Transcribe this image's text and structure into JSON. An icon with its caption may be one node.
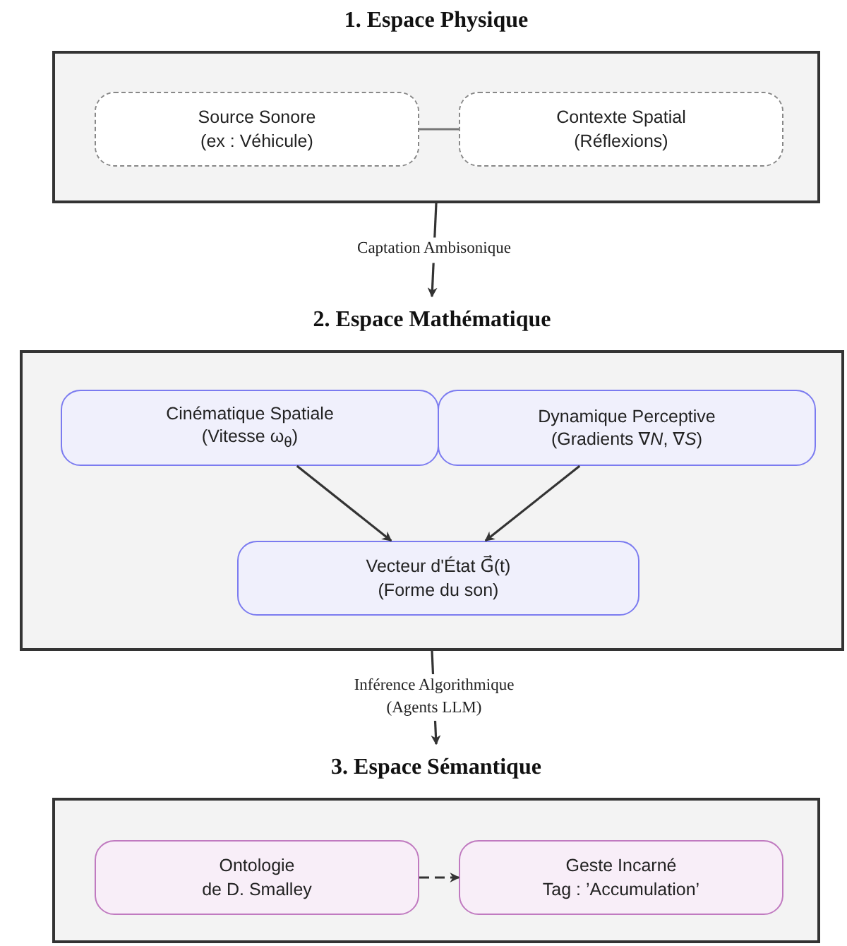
{
  "diagram": {
    "nodes": [
      {
        "text": [
          "1. Espace Physique"
        ]
      },
      {
        "text": [
          "Source Sonore",
          "(ex : Véhicule)"
        ],
        "in": 0
      },
      {
        "text": [
          "Contexte Spatial",
          "(Réflexions)"
        ],
        "in": 0
      },
      {
        "text": [
          "2. Espace Mathématique"
        ]
      },
      {
        "text": [
          "Cinématique Spatiale",
          "(Vitesse ω$_{θ}$)"
        ],
        "in": 3
      },
      {
        "text": [
          "Dynamique Perceptive",
          "(Gradients ∇*N*, ∇*S*)"
        ],
        "in": 3
      },
      {
        "text": [
          "Vecteur d'État G⃗(t)",
          "(Forme du son)"
        ],
        "in": 3
      },
      {
        "text": [
          "3. Espace Sémantique"
        ]
      },
      {
        "text": [
          "Ontologie",
          "de D. Smalley"
        ],
        "in": 7
      },
      {
        "text": [
          "Geste Incarné",
          "Tag : ’Accumulation’"
        ],
        "in": 7
      }
    ],
    "edges": [
      {
        "from": 1,
        "to": 2,
        "arrow": "none",
        "color": "#777777"
      },
      {
        "from": 0,
        "to": 3,
        "arrow": "to",
        "label": "Captation Ambisonique"
      },
      {
        "from": 4,
        "to": 6,
        "arrow": "to"
      },
      {
        "from": 5,
        "to": 6,
        "arrow": "to"
      },
      {
        "from": 3,
        "to": 7,
        "arrow": "to",
        "label": "Inférence Algorithmique (Agents LLM)"
      },
      {
        "from": 8,
        "to": 9,
        "arrow": "to",
        "style": "dashed"
      }
    ]
  }
}
